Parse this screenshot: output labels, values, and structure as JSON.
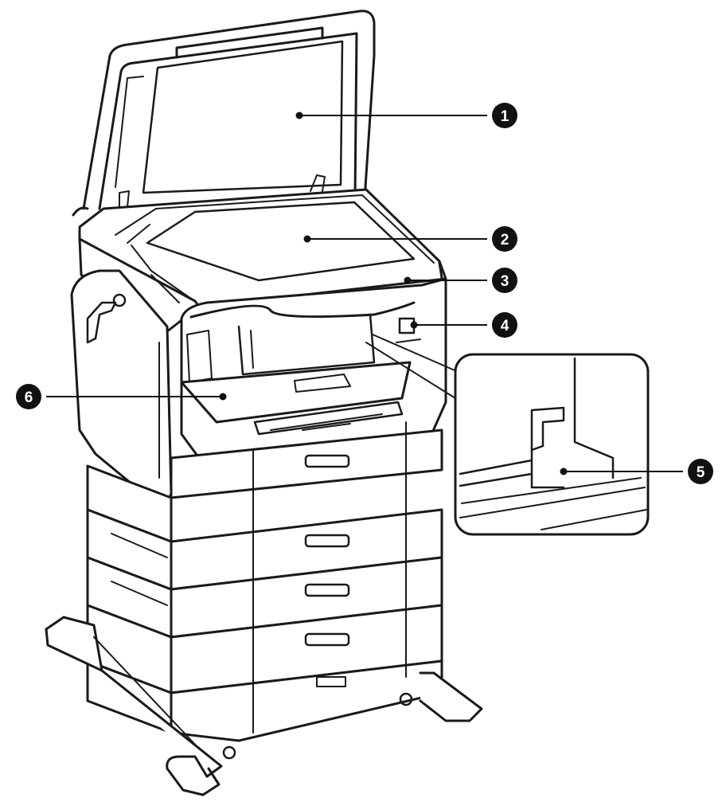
{
  "callouts": [
    {
      "number": "1",
      "part": "document-cover"
    },
    {
      "number": "2",
      "part": "scanner-glass"
    },
    {
      "number": "3",
      "part": "scanner-unit"
    },
    {
      "number": "4",
      "part": "front-usb-port"
    },
    {
      "number": "5",
      "part": "inner-detail-detail-view"
    },
    {
      "number": "6",
      "part": "output-tray"
    }
  ],
  "colors": {
    "line": "#1a1a1a",
    "fill": "#ffffff",
    "badge": "#111111"
  }
}
